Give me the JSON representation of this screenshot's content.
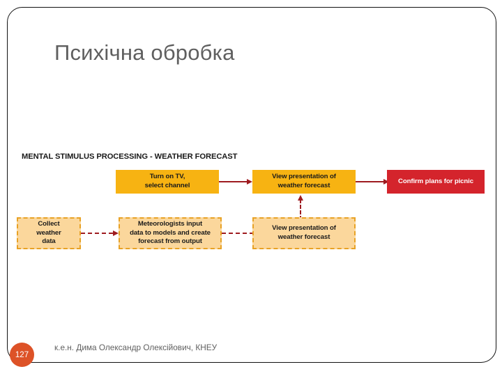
{
  "slide": {
    "title": "Психічна обробка",
    "frame_color": "#111111",
    "title_color": "#5f5f5f"
  },
  "diagram": {
    "heading": "MENTAL STIMULUS PROCESSING - WEATHER FORECAST",
    "colors": {
      "solid_fill": "#F7B312",
      "dashed_fill": "#FBD79C",
      "dashed_border": "#E8A225",
      "terminal_fill": "#D4242C",
      "arrow": "#9E1B20"
    },
    "nodes": [
      {
        "id": "turn-on-tv",
        "label": "Turn on TV,\nselect channel",
        "style": "solid",
        "row": "top"
      },
      {
        "id": "view-presentation-top",
        "label": "View presentation of\nweather forecast",
        "style": "solid",
        "row": "top"
      },
      {
        "id": "confirm-plans",
        "label": "Confirm plans for picnic",
        "style": "terminal",
        "row": "top"
      },
      {
        "id": "collect-weather-data",
        "label": "Collect\nweather\ndata",
        "style": "dashed",
        "row": "bottom"
      },
      {
        "id": "meteorologists-input",
        "label": "Meteorologists input\ndata to models and create\nforecast from output",
        "style": "dashed",
        "row": "bottom"
      },
      {
        "id": "view-presentation-bot",
        "label": "View presentation of\nweather forecast",
        "style": "dashed",
        "row": "bottom"
      }
    ],
    "edges": [
      {
        "id": "edge-tv-to-view",
        "from": "turn-on-tv",
        "to": "view-presentation-top",
        "style": "solid",
        "direction": "horizontal"
      },
      {
        "id": "edge-view-to-confirm",
        "from": "view-presentation-top",
        "to": "confirm-plans",
        "style": "solid",
        "direction": "horizontal"
      },
      {
        "id": "edge-collect-to-models",
        "from": "collect-weather-data",
        "to": "meteorologists-input",
        "style": "dashed",
        "direction": "horizontal"
      },
      {
        "id": "edge-models-to-view",
        "from": "meteorologists-input",
        "to": "view-presentation-bot",
        "style": "dashed",
        "direction": "horizontal"
      },
      {
        "id": "edge-bot-view-to-top",
        "from": "view-presentation-bot",
        "to": "view-presentation-top",
        "style": "dashed",
        "direction": "vertical-up"
      }
    ]
  },
  "footer": {
    "slide_number": "127",
    "author_line": "к.е.н. Дима Олександр Олексійович, КНЕУ",
    "badge_color": "#DD5227"
  }
}
